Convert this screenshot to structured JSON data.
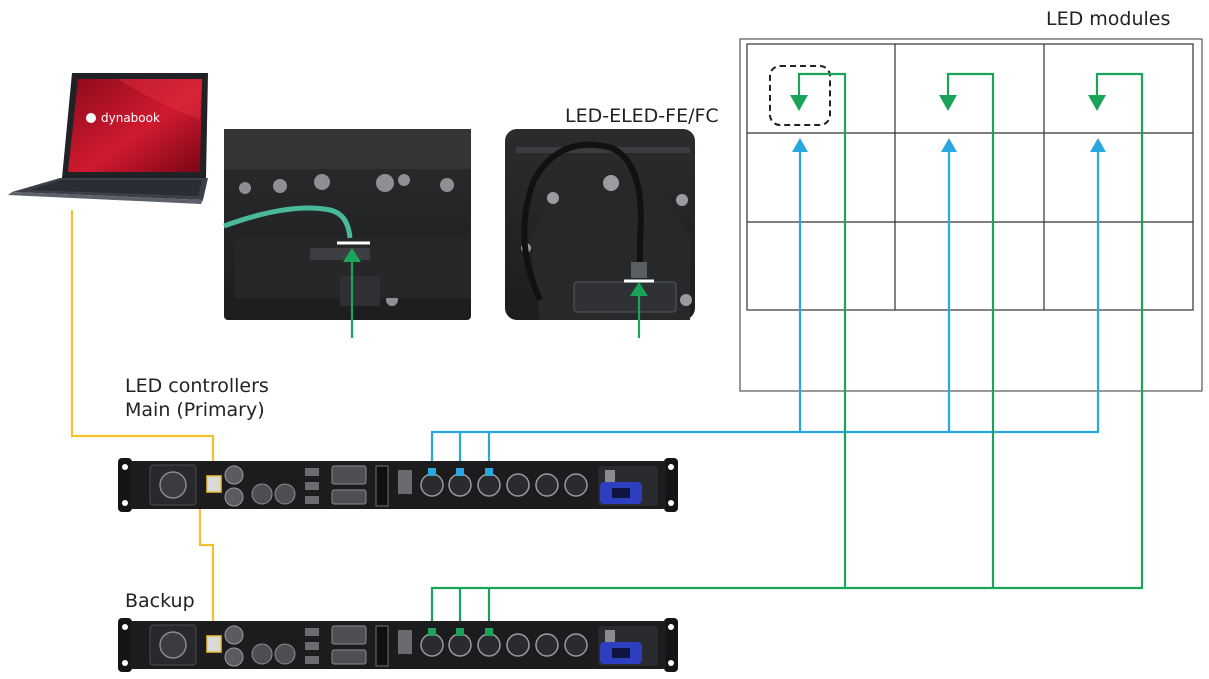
{
  "labels": {
    "led_modules": "LED modules",
    "connector_model": "LED-ELED-FE/FC",
    "main_title": "LED controllers",
    "main_subtitle": "Main (Primary)",
    "backup": "Backup",
    "laptop_brand": "dynabook"
  },
  "colors": {
    "data_main": "#29a8e0",
    "data_backup": "#1aa45a",
    "control_link": "#f2c12e",
    "grid_line": "#333333",
    "module_outline": "#555555",
    "device_body": "#1c1c1e",
    "power_inlet": "#2d3fbe",
    "laptop_screen": "#c0142a",
    "label_text": "#222222"
  },
  "icons": {
    "laptop": "laptop-icon",
    "controller": "led-controller-icon",
    "module_grid": "led-module-grid",
    "signal_arrow": "arrow-up-icon",
    "loop_arrow": "arrow-down-icon"
  }
}
